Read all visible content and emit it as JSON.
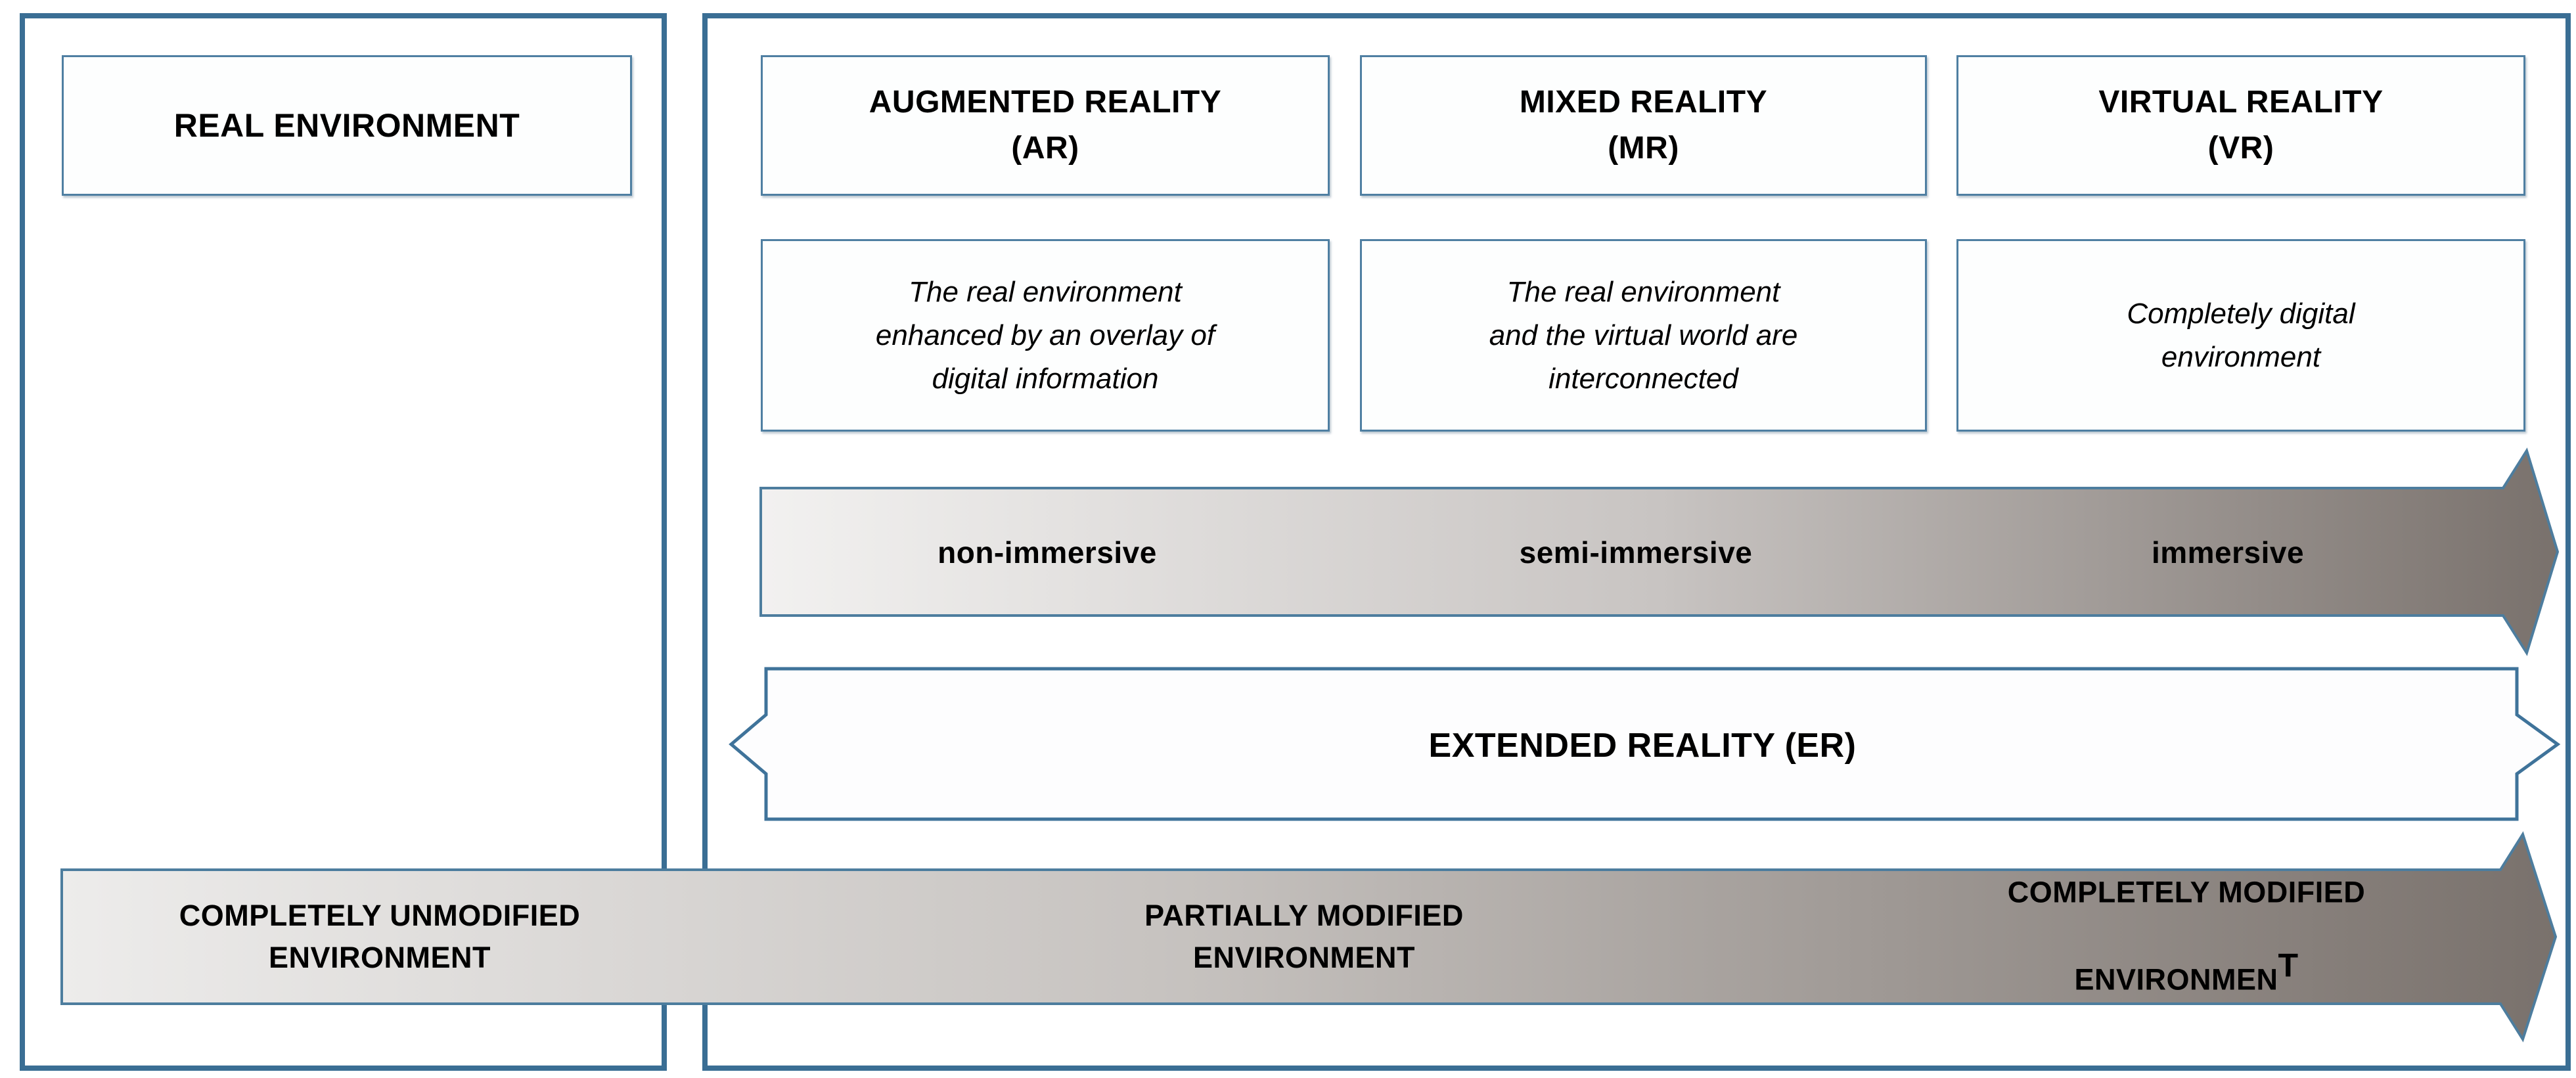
{
  "left_panel": {
    "title": "REAL ENVIRONMENT"
  },
  "columns": [
    {
      "key": "ar",
      "title": "AUGMENTED REALITY\n(AR)",
      "description": "The real environment\nenhanced by an overlay of\ndigital information"
    },
    {
      "key": "mr",
      "title": "MIXED REALITY\n(MR)",
      "description": "The real environment\nand the virtual world are\ninterconnected"
    },
    {
      "key": "vr",
      "title": "VIRTUAL REALITY\n(VR)",
      "description": "Completely digital\nenvironment"
    }
  ],
  "immersion_arrow": {
    "labels": [
      "non-immersive",
      "semi-immersive",
      "immersive"
    ]
  },
  "er_banner": {
    "label": "EXTENDED REALITY (ER)"
  },
  "modification_arrow": {
    "left_label": "COMPLETELY UNMODIFIED\nENVIRONMENT",
    "middle_label": "PARTIALLY MODIFIED\nENVIRONMENT",
    "right_label_line1": "COMPLETELY MODIFIED",
    "right_label_line2": "ENVIRONMEN",
    "right_label_sup": "T"
  },
  "colors": {
    "panel_border": "#3a6e94",
    "box_border": "#4f7fa2",
    "banner_border": "#3f739a",
    "arrow_stroke": "#4d7d9e",
    "gradient_light": "#f2f1f0",
    "gradient_mid": "#c8c4c2",
    "gradient_dark": "#79716c",
    "text": "#000000"
  }
}
